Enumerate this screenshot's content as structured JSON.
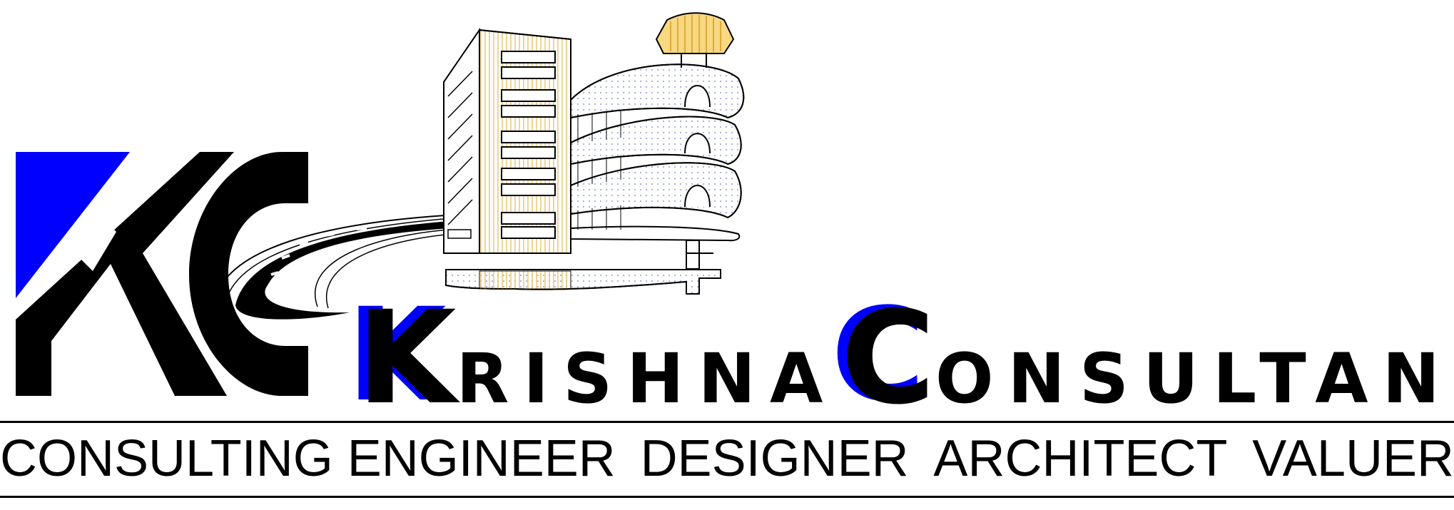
{
  "brand": {
    "monogram": "KC",
    "name_initial_1": "K",
    "name_rest_1": "RISHNA",
    "name_initial_2": "C",
    "name_rest_2": "ONSULTANT"
  },
  "tagline": {
    "words": [
      "CONSULTING ENGINEER",
      "DESIGNER",
      "ARCHITECT",
      "VALUER"
    ]
  },
  "colors": {
    "accent_blue": "#0000ff",
    "ink": "#000000",
    "building_yellow": "#f0c050",
    "background": "#ffffff"
  },
  "icons": [
    "kc-monogram-logo",
    "building-illustration",
    "road-icon"
  ]
}
